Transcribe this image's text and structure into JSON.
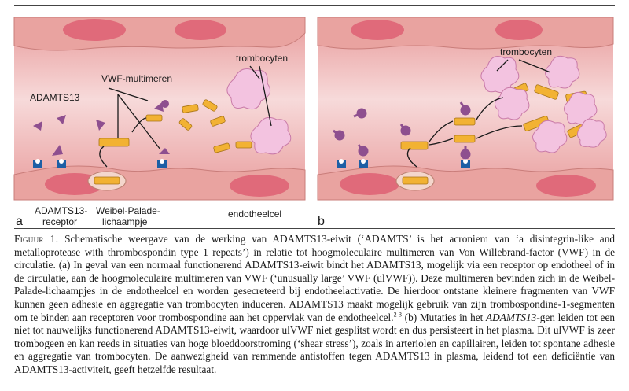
{
  "panel_a": {
    "letter": "a",
    "label_vwf": "VWF-multimeren",
    "label_adamts13": "ADAMTS13",
    "label_trombocyten": "trombocyten",
    "label_receptor_line1": "ADAMTS13-",
    "label_receptor_line2": "receptor",
    "label_wp_line1": "Weibel-Palade-",
    "label_wp_line2": "lichaampje",
    "label_endotheel": "endotheelcel"
  },
  "panel_b": {
    "letter": "b",
    "label_trombocyten": "trombocyten"
  },
  "colors": {
    "lumen": "#f2c4c4",
    "wall": "#e7a29f",
    "nucleus": "#e06a7a",
    "vwf": "#f2b233",
    "adamts13": "#8e4f8f",
    "receptor": "#1d5fa5",
    "platelet": "#f3c3e0"
  },
  "caption": {
    "figure_label": "Figuur 1.",
    "part1": "Schematische weergave van de werking van ADAMTS13-eiwit (‘ADAMTS’ is het acroniem van ‘a disintegrin-like and metalloprotease with thrombospondin type 1 repeats’) in relatie tot hoogmoleculaire multimeren van Von Willebrand-factor (VWF) in de circulatie. (a) In geval van een normaal functionerend ADAMTS13-eiwit bindt het ADAMTS13, mogelijk via een receptor op endotheel of in de circulatie, aan de hoogmoleculaire multimeren van VWF (‘unusually large’ VWF (ulVWF)). Deze multimeren bevinden zich in de Weibel-Palade-lichaampjes in de endotheelcel en worden gesecreteerd bij endotheelactivatie. De hierdoor ontstane kleinere fragmenten van VWF kunnen geen adhesie en aggregatie van trombocyten induceren. ADAMTS13 maakt mogelijk gebruik van zijn trombospondine-1-segmenten om te binden aan receptoren voor trombospondine aan het oppervlak van de endotheelcel.",
    "refs": "2 3",
    "part2": " (b) Mutaties in het ",
    "gene": "ADAMTS13",
    "part3": "-gen leiden tot een niet tot nauwelijks functionerend ADAMTS13-eiwit, waardoor ulVWF niet gesplitst wordt en dus persisteert in het plasma. Dit ulVWF is zeer trombogeen en kan reeds in situaties van hoge bloeddoorstroming (‘shear stress’), zoals in arteriolen en capillairen, leiden tot spontane adhesie en aggregatie van trombocyten. De aanwezigheid van remmende antistoffen tegen ADAMTS13 in plasma, leidend tot een deficiëntie van ADAMTS13-activiteit, geeft hetzelfde resultaat."
  }
}
